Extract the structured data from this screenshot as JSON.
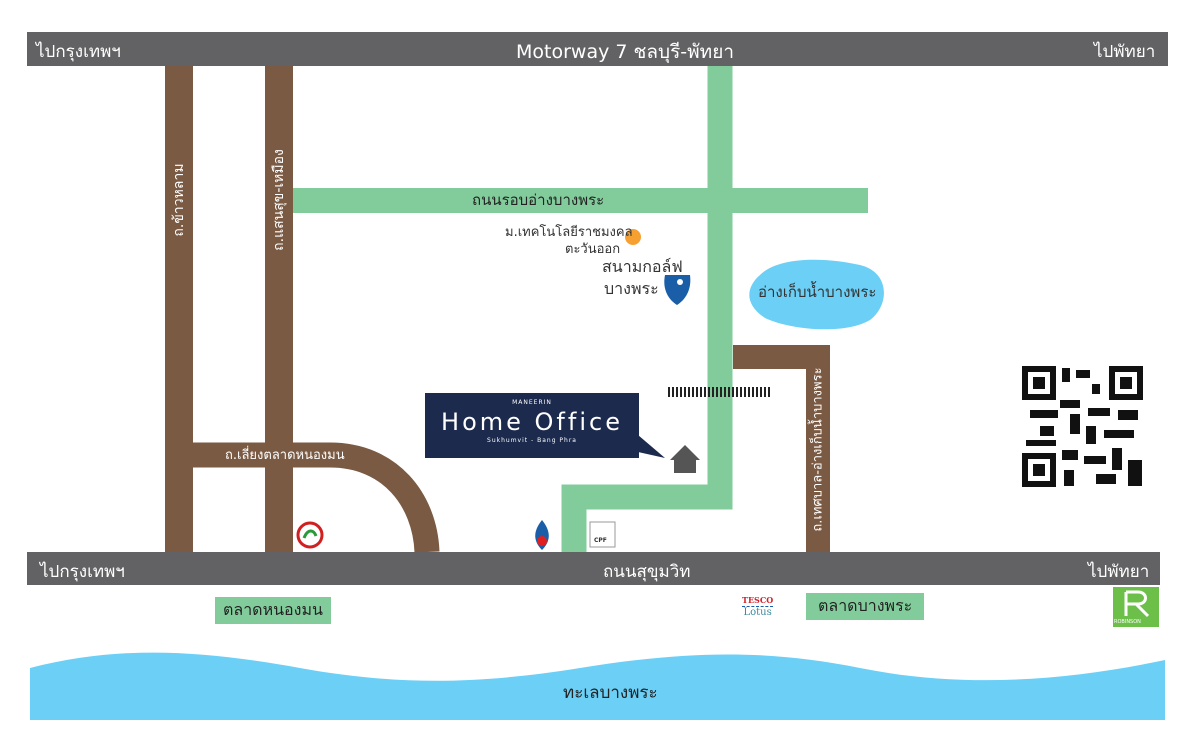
{
  "top_road": {
    "left": "ไปกรุงเทพฯ",
    "center": "Motorway 7 ชลบุรี-พัทยา",
    "right": "ไปพัทยา"
  },
  "bottom_road": {
    "left": "ไปกรุงเทพฯ",
    "center": "ถนนสุขุมวิท",
    "right": "ไปพัทยา"
  },
  "roads": {
    "khao_lam": "ถ.ข้าวหลาม",
    "saen_suk": "ถ.แสนสุข-เหมือง",
    "ring_road": "ถนนรอบอ่างบางพระ",
    "bypass": "ถ.เลี่ยงตลาดหนองมน",
    "thetsaban": "ถ.เทศบาล-อ่างเก็บน้ำบางพระ"
  },
  "places": {
    "university_line1": "ม.เทคโนโลยีราชมงคล",
    "university_line2": "ตะวันออก",
    "golf_line1": "สนามกอล์ฟ",
    "golf_line2": "บางพระ",
    "reservoir": "อ่างเก็บน้ำบางพระ",
    "market_nongmon": "ตลาดหนองมน",
    "market_bangphra": "ตลาดบางพระ",
    "sea": "ทะเลบางพระ"
  },
  "callout": {
    "brand": "MANEERIN",
    "title": "Home Office",
    "subtitle": "Sukhumvit - Bang Phra"
  },
  "logos": {
    "tesco_top": "TESCO",
    "tesco_bottom": "Lotus",
    "robinson": "ROBINSON",
    "cpf": "CPF"
  },
  "colors": {
    "road_main": "#626264",
    "road_brown": "#7a5a43",
    "road_green": "#82cc9c",
    "water": "#6ccff6",
    "callout": "#1c2a4e"
  }
}
